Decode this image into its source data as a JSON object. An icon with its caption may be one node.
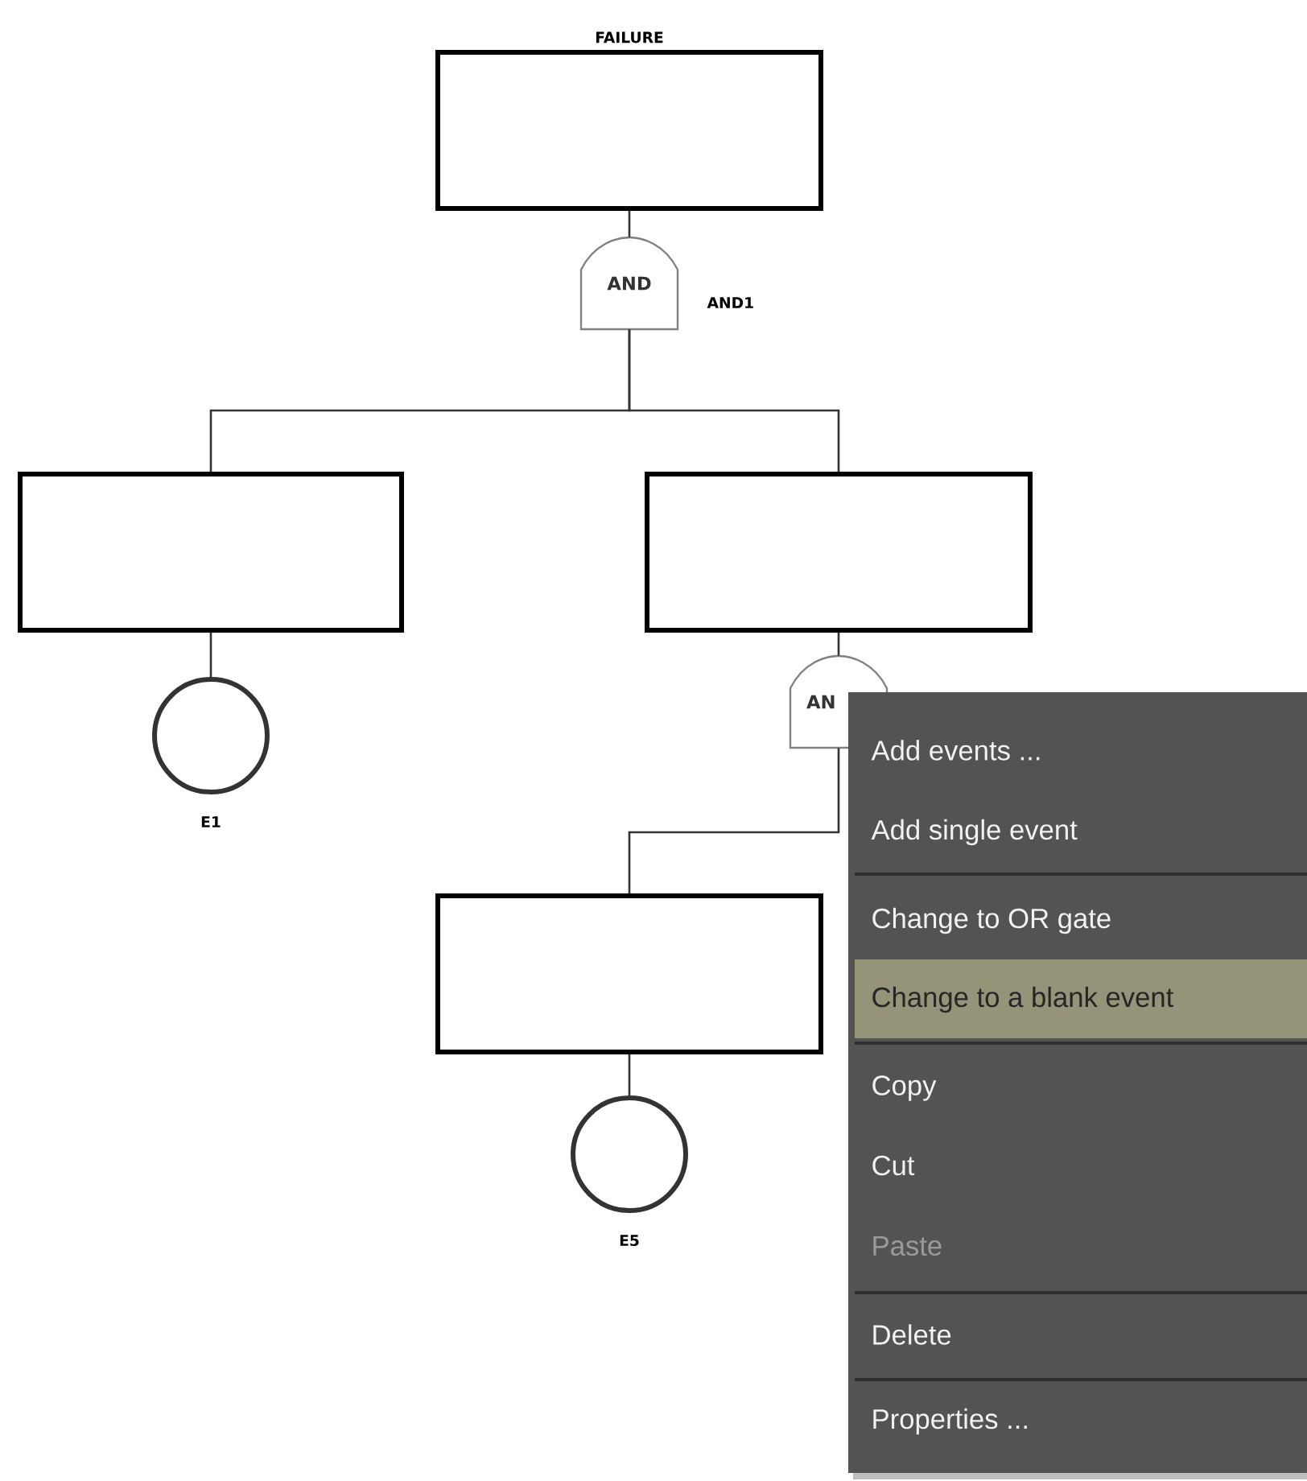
{
  "diagram": {
    "nodes": [
      {
        "text": [
          "FAILURE"
        ]
      },
      {
        "text": [
          "AND"
        ],
        "beside": [
          "AND1"
        ]
      },
      {
        "text": [],
        "shape": "box"
      },
      {
        "text": [],
        "shape": "box"
      },
      {
        "text": [
          "E1"
        ]
      },
      {
        "text": [
          "AN"
        ]
      },
      {
        "text": [],
        "shape": "box"
      },
      {
        "text": [
          "E5"
        ]
      }
    ],
    "edges": [
      {
        "from": 0,
        "to": 1,
        "arrow": "none"
      },
      {
        "from": 1,
        "to": 2,
        "arrow": "none"
      },
      {
        "from": 1,
        "to": 3,
        "arrow": "none"
      },
      {
        "from": 2,
        "to": 4,
        "arrow": "none"
      },
      {
        "from": 3,
        "to": 5,
        "arrow": "none"
      },
      {
        "from": 5,
        "to": 6,
        "arrow": "none"
      },
      {
        "from": 6,
        "to": 7,
        "arrow": "none"
      }
    ],
    "labels": [
      "Add events ...",
      "Add single event",
      "Change to OR gate",
      "Change to a blank event",
      "Copy",
      "Cut",
      "Paste",
      "Delete",
      "Properties ..."
    ]
  }
}
